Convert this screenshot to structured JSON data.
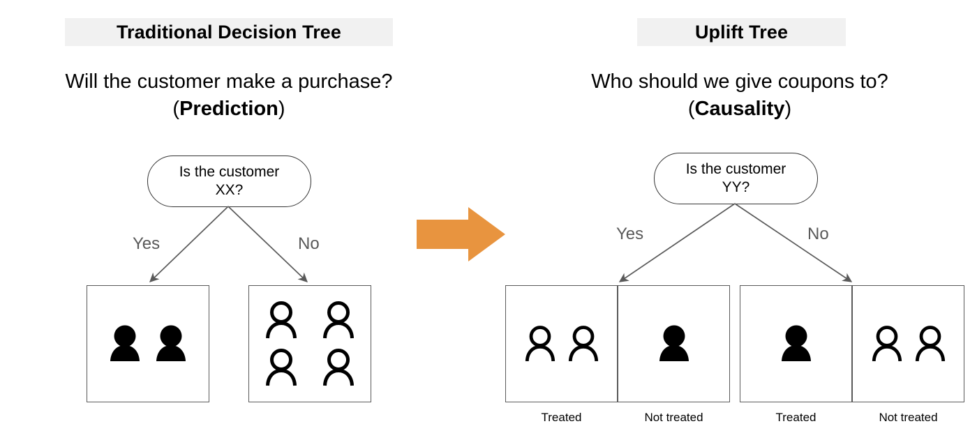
{
  "panels": {
    "left": {
      "band_title": "Traditional Decision Tree",
      "question_line1": "Will the customer make a purchase?",
      "question_paren_open": "(",
      "question_emphasis": "Prediction",
      "question_paren_close": ")",
      "node_line1": "Is the customer",
      "node_line2": "XX?",
      "edge_yes": "Yes",
      "edge_no": "No",
      "leaves": [
        {
          "name": "yes-leaf",
          "icon_style": "solid",
          "count": 2,
          "layout": "row"
        },
        {
          "name": "no-leaf",
          "icon_style": "outline",
          "count": 4,
          "layout": "grid2x2"
        }
      ]
    },
    "right": {
      "band_title": "Uplift Tree",
      "question_line1": "Who should we give coupons to?",
      "question_paren_open": "(",
      "question_emphasis": "Causality",
      "question_paren_close": ")",
      "node_line1": "Is the customer",
      "node_line2": "YY?",
      "edge_yes": "Yes",
      "edge_no": "No",
      "leaves": [
        {
          "name": "yes-treated",
          "caption": "Treated",
          "icon_style": "outline",
          "count": 2,
          "layout": "row"
        },
        {
          "name": "yes-not-treated",
          "caption": "Not treated",
          "icon_style": "solid",
          "count": 1,
          "layout": "row"
        },
        {
          "name": "no-treated",
          "caption": "Treated",
          "icon_style": "solid",
          "count": 1,
          "layout": "row"
        },
        {
          "name": "no-not-treated",
          "caption": "Not treated",
          "icon_style": "outline",
          "count": 2,
          "layout": "row"
        }
      ]
    }
  },
  "transition": {
    "icon": "right-arrow-icon",
    "color": "#e8943f"
  },
  "colors": {
    "band_background": "#f1f1f1",
    "text": "#000000",
    "edge_label": "#595959",
    "stroke": "#595959",
    "node_stroke": "#333333",
    "arrow_accent": "#e8943f",
    "page_background": "#ffffff"
  }
}
